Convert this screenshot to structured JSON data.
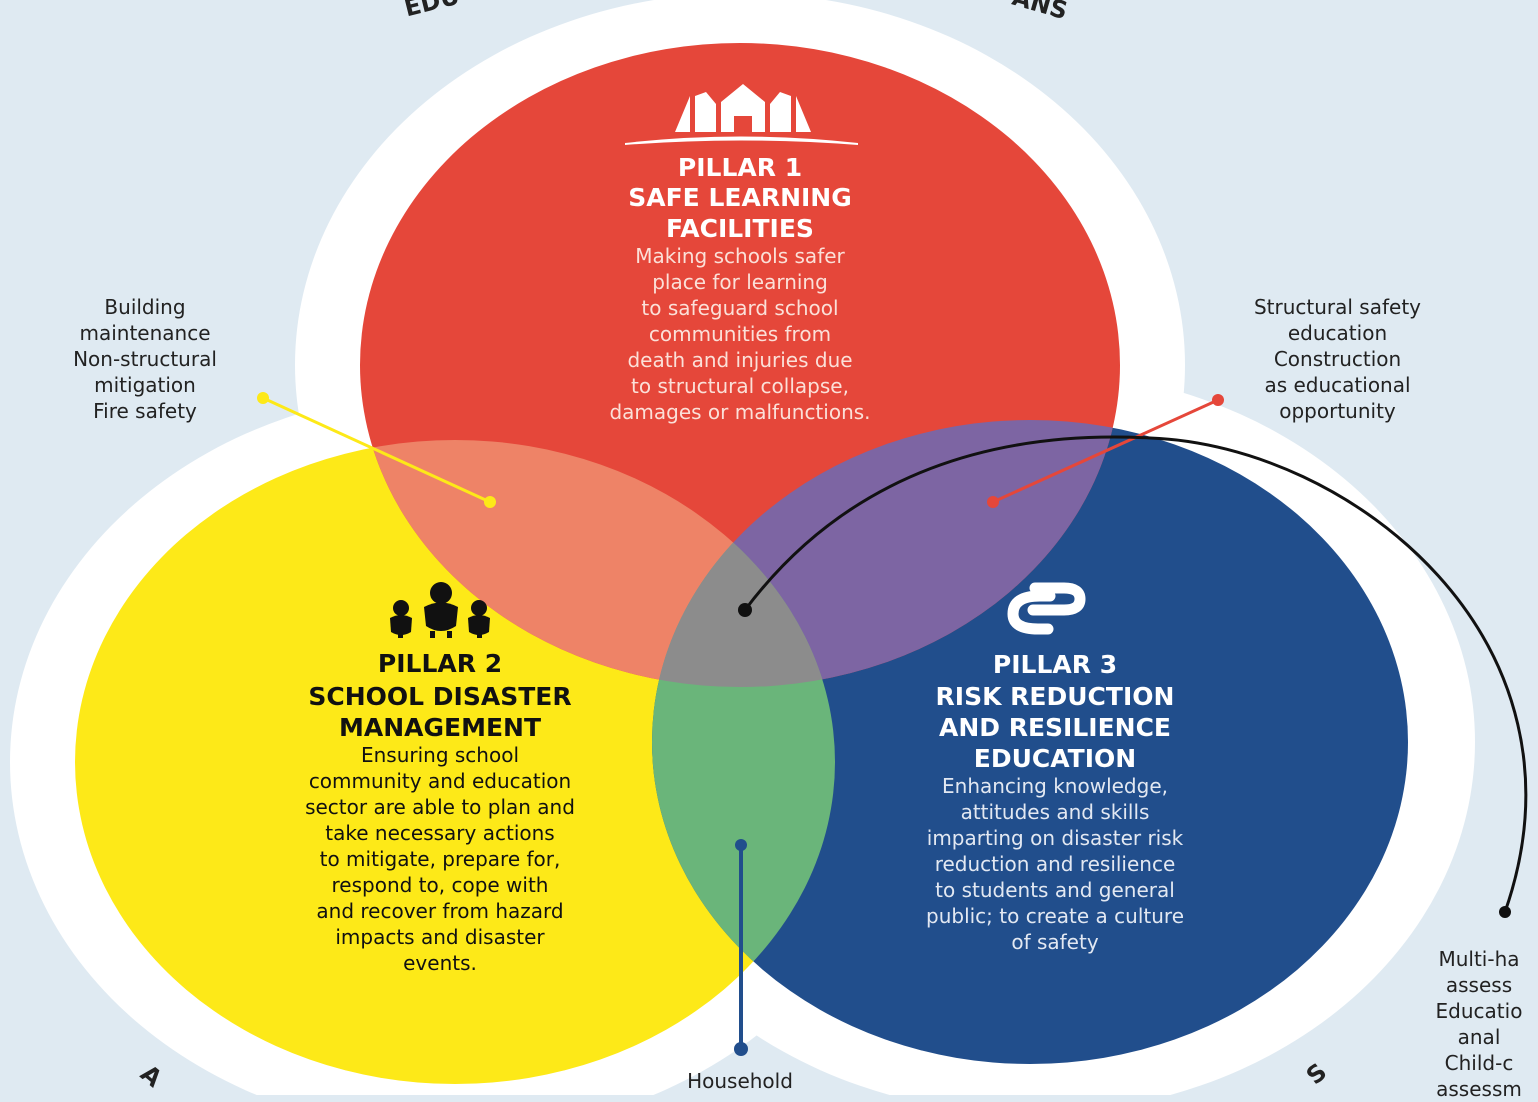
{
  "colors": {
    "background": "#dfeaf2",
    "pillar1": "#e5473a",
    "pillar2": "#fde918",
    "pillar3": "#214e8c",
    "overlap12": "#ee8367",
    "overlap13": "#7d65a3",
    "overlap23": "#6ab57a",
    "center": "#8c8c8c"
  },
  "top_arc_text": {
    "left_fragment": "EDU",
    "right_fragment": "ANS"
  },
  "bottom_arc_text": {
    "left_fragment": "A",
    "right_fragment": "S"
  },
  "pillar1": {
    "icon": "school-building-icon",
    "number": "PILLAR 1",
    "title": "SAFE LEARNING\nFACILITIES",
    "description": "Making schools safer\nplace for learning\nto safeguard school\ncommunities from\ndeath and injuries due\nto structural collapse,\ndamages or malfunctions."
  },
  "pillar2": {
    "icon": "people-group-icon",
    "number": "PILLAR 2",
    "title": "SCHOOL DISASTER\nMANAGEMENT",
    "description": "Ensuring school\ncommunity and education\nsector are able to plan and\ntake necessary actions\nto mitigate, prepare for,\nrespond to, cope with\nand recover from hazard\nimpacts and disaster\nevents."
  },
  "pillar3": {
    "icon": "chain-link-icon",
    "number": "PILLAR 3",
    "title": "RISK REDUCTION\nAND RESILIENCE\nEDUCATION",
    "description": "Enhancing knowledge,\nattitudes and skills\nimparting on disaster risk\nreduction and resilience\nto students and general\npublic; to create a culture\nof safety"
  },
  "callouts": {
    "left": "Building\nmaintenance\nNon-structural\nmitigation\nFire safety",
    "right": "Structural safety\neducation\nConstruction\nas educational\nopportunity",
    "bottom": "Household",
    "bottom_right": "Multi-ha\nassess\nEducatio\nanal\nChild-c\nassessm"
  }
}
